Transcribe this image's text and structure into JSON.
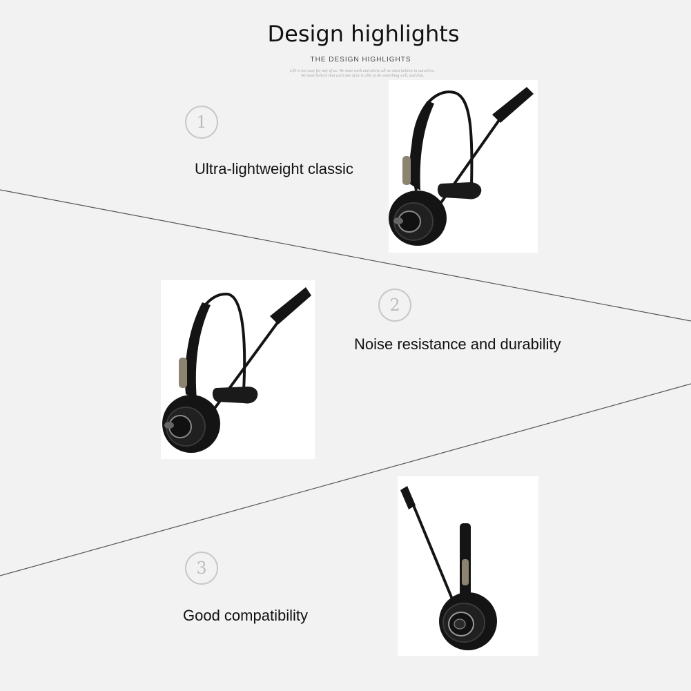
{
  "header": {
    "title": "Design highlights",
    "subtitle": "THE DESIGN HIGHLIGHTS",
    "motto_line1": "Life is not easy for any of us. We must work and above all we must believe in ourselves.",
    "motto_line2": "We must believe that each one of us is able to do something well, and that."
  },
  "highlights": [
    {
      "number": "1",
      "label": "Ultra-lightweight classic"
    },
    {
      "number": "2",
      "label": "Noise resistance and durability"
    },
    {
      "number": "3",
      "label": "Good compatibility"
    }
  ],
  "colors": {
    "background": "#f2f2f2",
    "line": "#555555",
    "headset": "#141414",
    "accent_pad": "#8a8470"
  }
}
